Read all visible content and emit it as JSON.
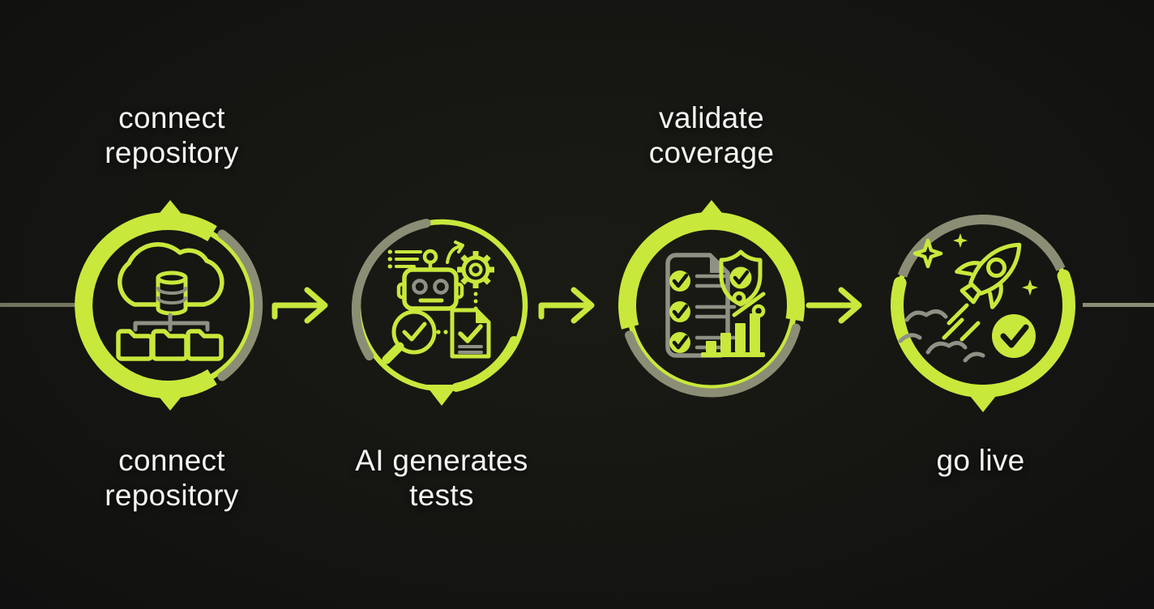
{
  "colors": {
    "background": "#141411",
    "accent_lime": "#c8e83c",
    "ring_muted_olive": "#8b8e74",
    "icon_gray": "#8e9184",
    "baseline_gray": "#72755e",
    "text": "#f3f4ef"
  },
  "steps": [
    {
      "name": "connect-repository",
      "icon": "cloud-repository-icon",
      "label_top": [
        "connect",
        "repository"
      ],
      "label_bottom": [
        "connect",
        "repository"
      ]
    },
    {
      "name": "ai-generates-tests",
      "icon": "ai-robot-test-icon",
      "label_bottom": [
        "AI generates",
        "tests"
      ]
    },
    {
      "name": "validate-coverage",
      "icon": "coverage-checklist-icon",
      "label_top": [
        "validate",
        "coverage"
      ]
    },
    {
      "name": "go-live",
      "icon": "rocket-launch-icon",
      "label_bottom": [
        "go live"
      ]
    }
  ],
  "connectors": {
    "arrows": [
      "flow-arrow",
      "flow-arrow",
      "flow-arrow"
    ]
  }
}
